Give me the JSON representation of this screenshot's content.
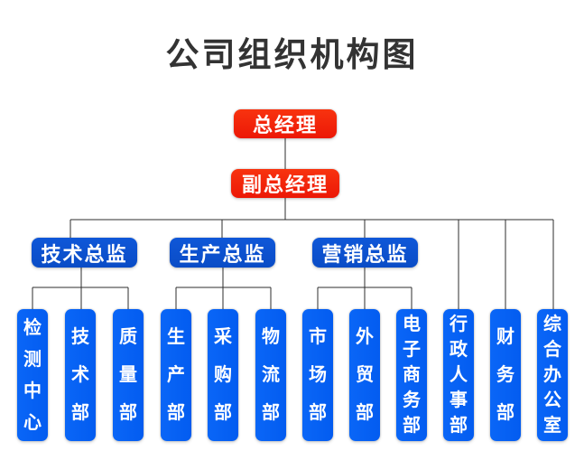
{
  "title": "公司组织机构图",
  "colors": {
    "executive_red": "#f2240c",
    "director_blue": "#0b51cf",
    "department_blue": "#0560f5",
    "line_color": "#2d2d2d",
    "title_color": "#333333",
    "node_text": "#ffffff",
    "background": "#ffffff"
  },
  "nodes": {
    "gm": {
      "label": "总经理"
    },
    "dgm": {
      "label": "副总经理",
      "parent": "总经理"
    },
    "directors": [
      {
        "label": "技术总监",
        "parent": "副总经理"
      },
      {
        "label": "生产总监",
        "parent": "副总经理"
      },
      {
        "label": "营销总监",
        "parent": "副总经理"
      }
    ],
    "departments": [
      {
        "label": "检测中心",
        "parent": "技术总监"
      },
      {
        "label": "技术部",
        "parent": "技术总监"
      },
      {
        "label": "质量部",
        "parent": "技术总监"
      },
      {
        "label": "生产部",
        "parent": "生产总监"
      },
      {
        "label": "采购部",
        "parent": "生产总监"
      },
      {
        "label": "物流部",
        "parent": "生产总监"
      },
      {
        "label": "市场部",
        "parent": "营销总监"
      },
      {
        "label": "外贸部",
        "parent": "营销总监"
      },
      {
        "label": "电子商务部",
        "parent": "营销总监"
      },
      {
        "label": "行政人事部",
        "parent": "副总经理"
      },
      {
        "label": "财务部",
        "parent": "副总经理"
      },
      {
        "label": "综合办公室",
        "parent": "副总经理"
      }
    ]
  }
}
